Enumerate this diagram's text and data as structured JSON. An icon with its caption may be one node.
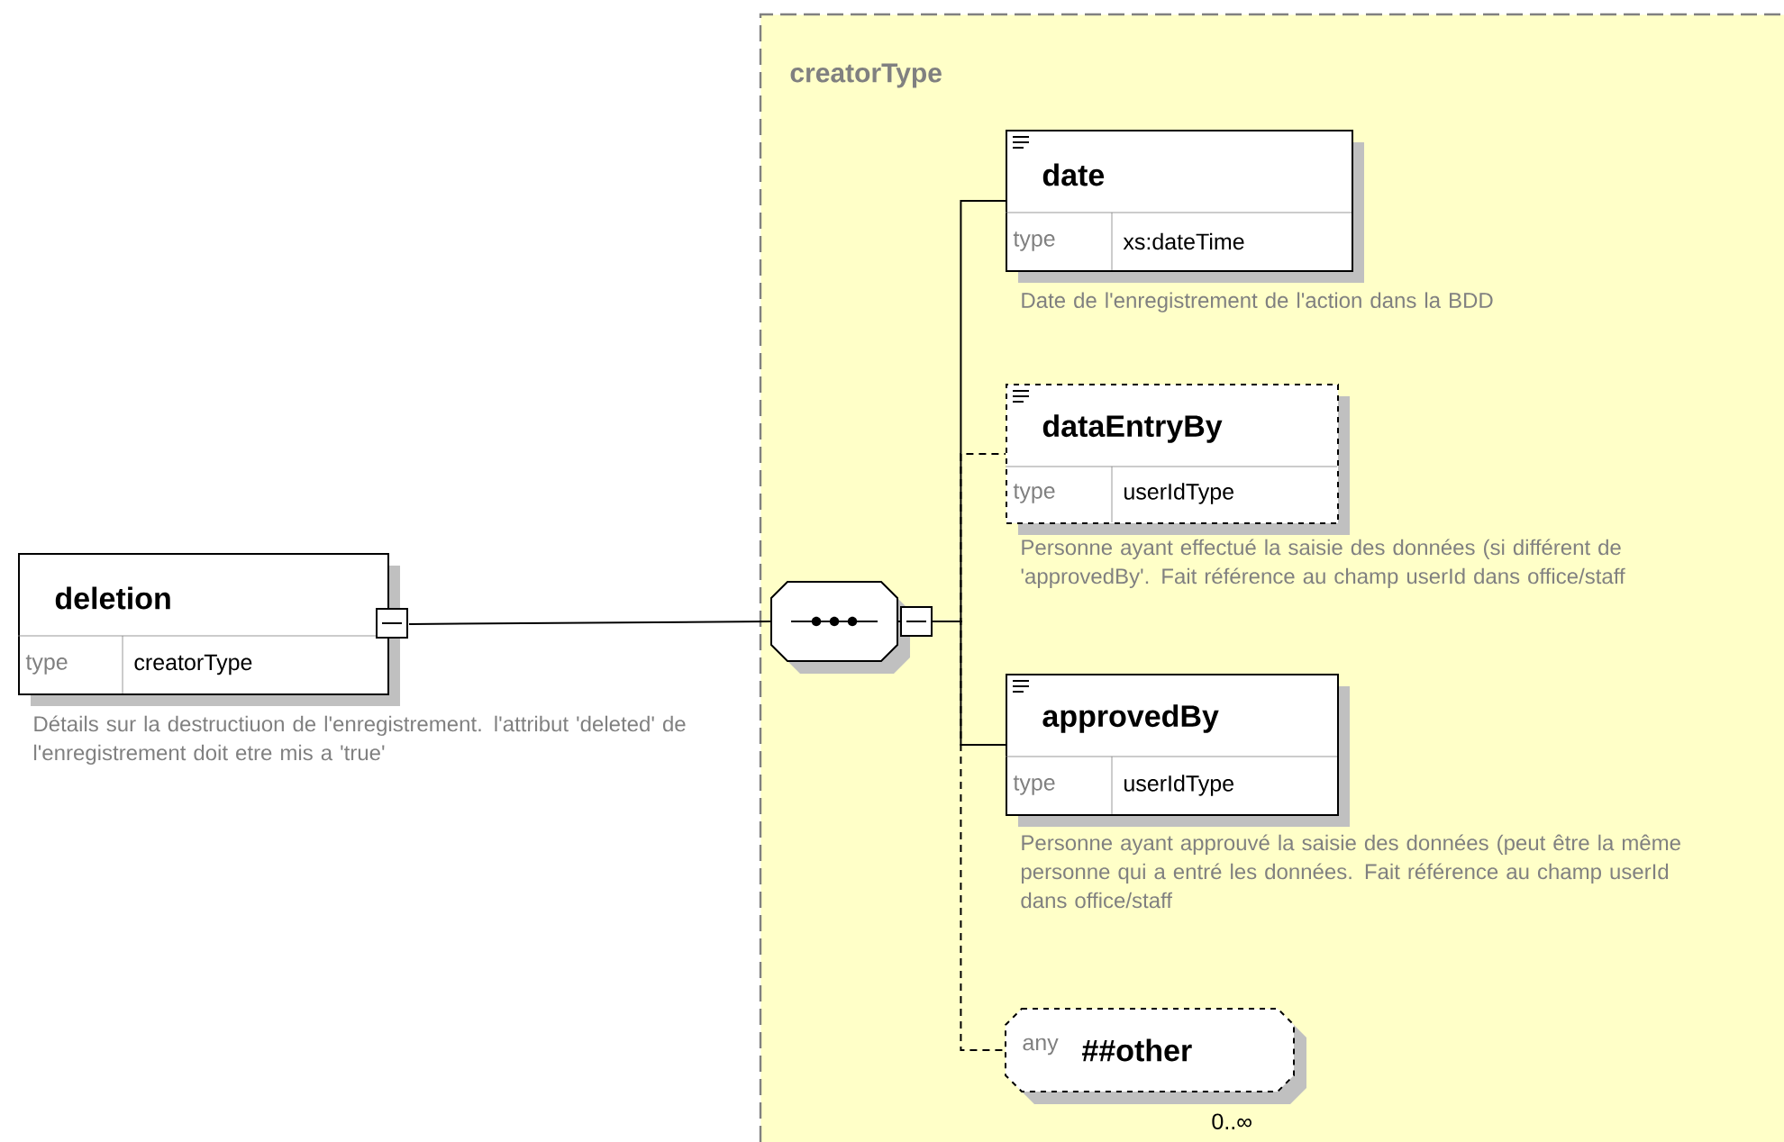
{
  "diagram": {
    "nodes": [
      {
        "text": [
          "creatorType"
        ]
      },
      {
        "text": [
          "deletion",
          "type",
          "creatorType"
        ],
        "beside": [
          "Détails sur la destructiuon de l'enregistrement. l'attribut 'deleted' de l'enregistrement doit etre mis a 'true'"
        ]
      },
      {
        "text": [],
        "shape": "octagon",
        "in": 0
      },
      {
        "text": [
          "date",
          "type",
          "xs:dateTime"
        ],
        "beside": [
          "Date de l'enregistrement de l'action dans la BDD"
        ],
        "in": 0
      },
      {
        "text": [
          "dataEntryBy",
          "type",
          "userIdType"
        ],
        "beside": [
          "Personne ayant effectué la saisie des données (si différent de 'approvedBy'. Fait référence au champ userId dans office/staff"
        ],
        "in": 0
      },
      {
        "text": [
          "approvedBy",
          "type",
          "userIdType"
        ],
        "beside": [
          "Personne ayant approuvé la saisie des données (peut être la même personne qui a entré les données. Fait référence au champ userId dans office/staff"
        ],
        "in": 0
      },
      {
        "text": [
          "any",
          "##other"
        ],
        "beside": [
          "0..∞"
        ],
        "in": 0
      }
    ],
    "edges": [
      {
        "from": 1,
        "to": 2,
        "arrow": "none"
      },
      {
        "from": 2,
        "to": 3,
        "arrow": "none"
      },
      {
        "from": 2,
        "to": 4,
        "arrow": "none",
        "style": "dashed"
      },
      {
        "from": 2,
        "to": 5,
        "arrow": "none"
      },
      {
        "from": 2,
        "to": 6,
        "arrow": "none",
        "style": "dashed"
      }
    ]
  }
}
